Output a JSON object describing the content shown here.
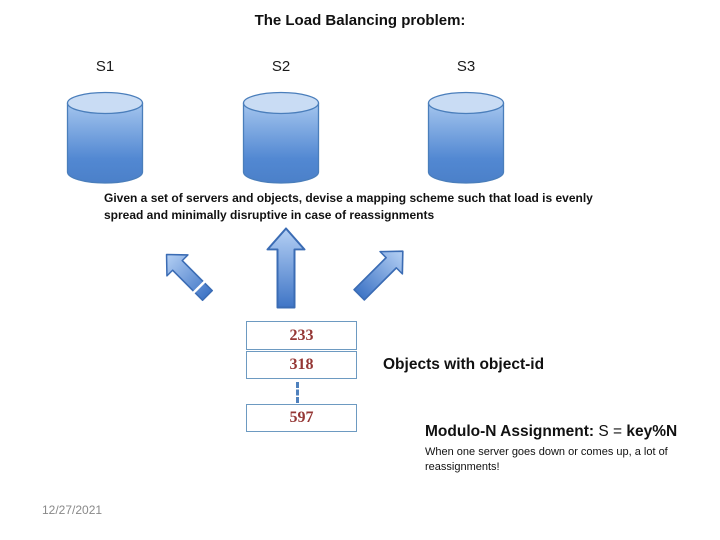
{
  "slide": {
    "title": "The Load Balancing problem:",
    "servers": [
      {
        "label": "S1"
      },
      {
        "label": "S2"
      },
      {
        "label": "S3"
      }
    ],
    "problem_statement_lines": [
      "Given a set of servers and objects, devise a mapping scheme such that load is evenly",
      "spread and minimally disruptive in case of reassignments"
    ],
    "object_ids": [
      "233",
      "318",
      "597"
    ],
    "objects_caption": "Objects with object-id",
    "assignment": {
      "heading_label": "Modulo-N Assignment:",
      "heading_mid": " S = ",
      "heading_formula": "key%N",
      "note_lines": [
        "When one server goes down or comes up, a lot of",
        "reassignments!"
      ]
    },
    "footer_date": "12/27/2021",
    "colors": {
      "accent_blue": "#4f81bd",
      "cylinder_top_fill": "#c9dcf4",
      "cylinder_body_light": "#a4c5ee",
      "cylinder_body_dark": "#4b80c9",
      "arrow_tip_light": "#b5d0f4",
      "arrow_tail_dark": "#3f75c6",
      "box_border": "#6d9ac1",
      "object_id_red": "#953735",
      "date_gray": "#898989"
    }
  }
}
